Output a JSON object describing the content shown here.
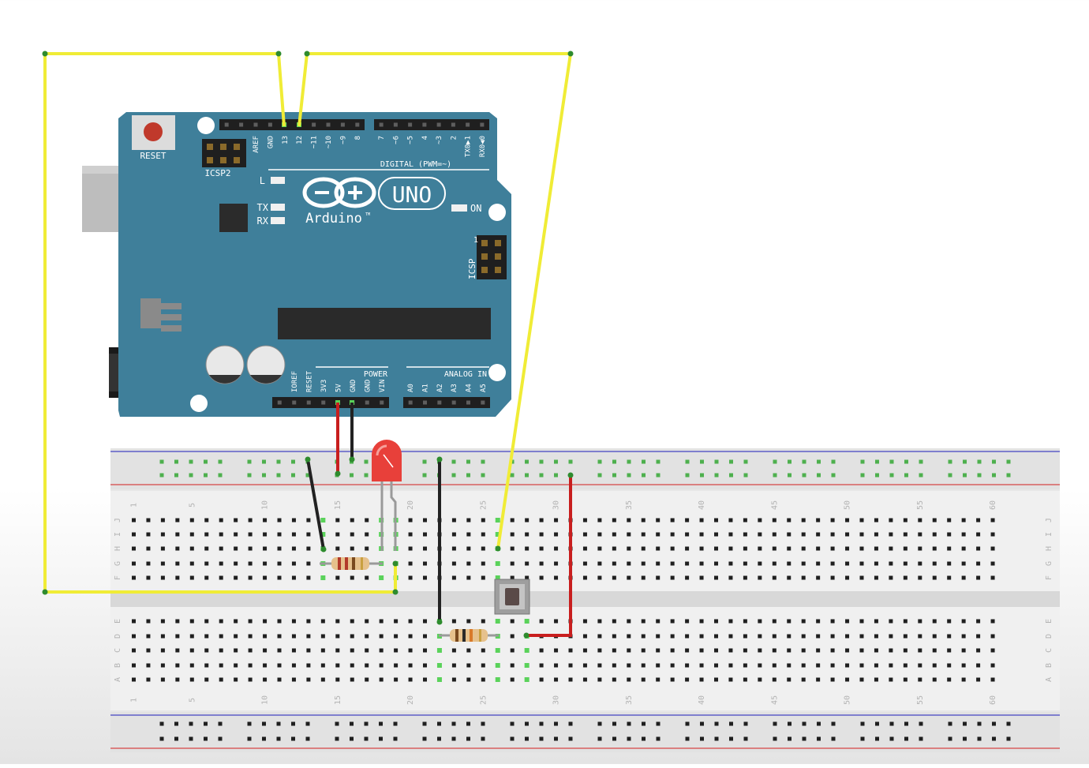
{
  "arduino": {
    "reset_label": "RESET",
    "icsp2_label": "ICSP2",
    "icsp_label": "ICSP",
    "icsp_pin1": "1",
    "l_label": "L",
    "tx_label": "TX",
    "rx_label": "RX",
    "on_label": "ON",
    "brand": "Arduino",
    "tm": "TM",
    "model": "UNO",
    "digital_label": "DIGITAL (PWM=~)",
    "power_label": "POWER",
    "analog_label": "ANALOG IN",
    "digital_pins_a": [
      "AREF",
      "GND",
      "13",
      "12",
      "~11",
      "~10",
      "~9",
      "8"
    ],
    "digital_pins_b": [
      "7",
      "~6",
      "~5",
      "4",
      "~3",
      "2",
      "TX0▶1",
      "RX0◀0"
    ],
    "power_pins": [
      "IOREF",
      "RESET",
      "3V3",
      "5V",
      "GND",
      "GND",
      "VIN"
    ],
    "analog_pins": [
      "A0",
      "A1",
      "A2",
      "A3",
      "A4",
      "A5"
    ]
  },
  "breadboard": {
    "columns": 60,
    "column_numbers": [
      "1",
      "5",
      "10",
      "15",
      "20",
      "25",
      "30",
      "35",
      "40",
      "45",
      "50",
      "55",
      "60"
    ],
    "rows_top": [
      "J",
      "I",
      "H",
      "G",
      "F"
    ],
    "rows_bottom": [
      "E",
      "D",
      "C",
      "B",
      "A"
    ]
  },
  "colors": {
    "board_blue": "#3f7f9a",
    "wire_yellow": "#f0ec36",
    "wire_red": "#c81e1e",
    "wire_black": "#222222",
    "led_red": "#e8403a",
    "rail_red": "#d86060",
    "rail_blue": "#5e5ec8",
    "highlight_green": "#5ad25a"
  }
}
